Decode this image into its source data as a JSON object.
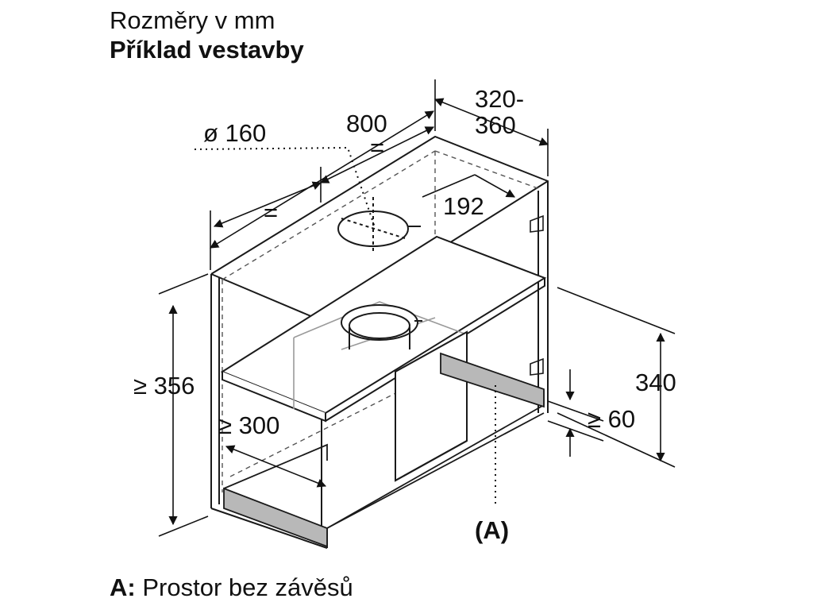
{
  "header": {
    "line1": "Rozměry v mm",
    "line2": "Příklad vestavby"
  },
  "dimensions": {
    "depth_top": "320-",
    "depth_bottom": "360",
    "width": "800",
    "duct_diameter": "ø 160",
    "equal_1": "=",
    "equal_2": "=",
    "offset": "192",
    "height_min": "≥ 356",
    "depth_min": "≥ 300",
    "height": "340",
    "gap_min": "≥ 60",
    "zone_marker": "(A)"
  },
  "legend": {
    "key": "A:",
    "text": "Prostor bez závěsů"
  },
  "colors": {
    "line": "#1a1a1a",
    "shelf_front": "#b8b8b8",
    "hidden_line": "#555555"
  }
}
